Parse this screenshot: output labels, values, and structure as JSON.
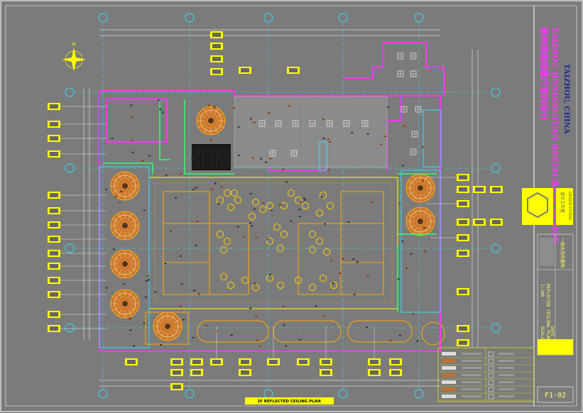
{
  "title_block": {
    "project_cn": "泰州锦香园餐厅室内设计",
    "project_en": "TAIZHOU JINXIANGYUAN RESTAURANT DESIGN",
    "city": "TAIZHOU, CHINA",
    "company_cn": "设计工作室",
    "company_en": "DESIGN STUDIO",
    "drawing_name": "REFLECTED CEILING PLAN",
    "drawing_name_cn": "一层天花布置图",
    "scale_label": "SCALE",
    "scale_value": "1:100",
    "date_label": "DATE",
    "sheet_no": "F1-02"
  },
  "plan_caption": "1F REFLECTED CEILING PLAN",
  "colors": {
    "background": "#7b7b7b",
    "cyan": "#33ddff",
    "magenta": "#ff33ff",
    "yellow": "#ffff00",
    "orange": "#ffaa00",
    "white": "#ffffff",
    "green": "#33ff66"
  },
  "icons": {
    "north_arrow": "compass-rose-icon",
    "grid_bubble": "grid-axis-bubble-icon",
    "tag": "ceiling-tag-icon"
  }
}
